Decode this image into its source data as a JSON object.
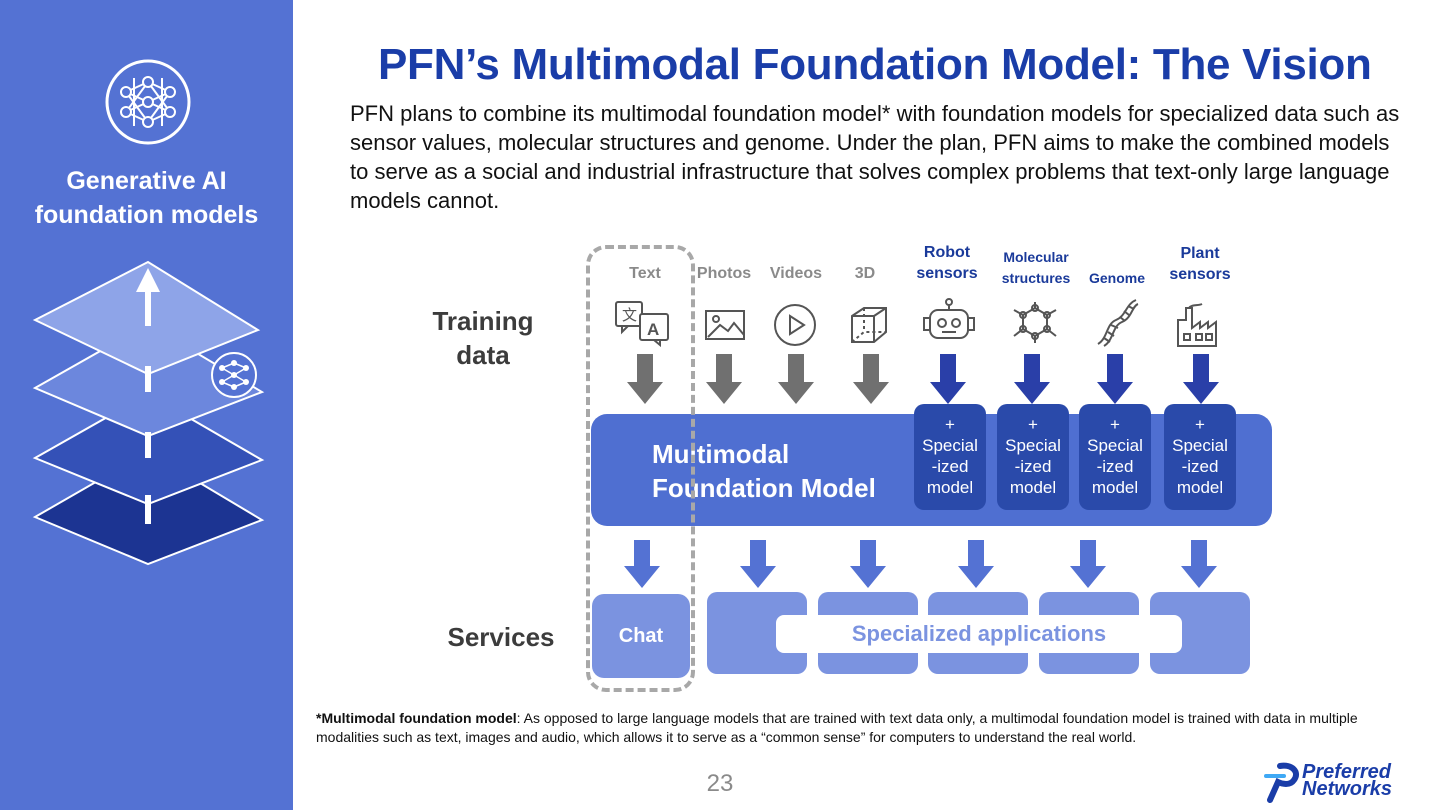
{
  "sidebar": {
    "title": "Generative AI\nfoundation models",
    "background": "#5472d3"
  },
  "title": "PFN’s Multimodal Foundation Model: The Vision",
  "description": "PFN plans to combine its multimodal foundation model* with foundation models for specialized data such as sensor values, molecular structures and genome. Under the plan, PFN aims to make the combined models to serve as a social and industrial infrastructure that solves complex problems that text-only large language models cannot.",
  "diagram": {
    "row_training": "Training\ndata",
    "row_services": "Services",
    "columns": [
      {
        "label": "Text",
        "icon": "translate-icon",
        "style": "grey"
      },
      {
        "label": "Photos",
        "icon": "photo-icon",
        "style": "grey"
      },
      {
        "label": "Videos",
        "icon": "play-icon",
        "style": "grey"
      },
      {
        "label": "3D",
        "icon": "cube-icon",
        "style": "grey"
      },
      {
        "label": "Robot\nsensors",
        "icon": "robot-icon",
        "style": "blue"
      },
      {
        "label": "Molecular\nstructures",
        "icon": "molecule-icon",
        "style": "blue"
      },
      {
        "label": "Genome",
        "icon": "dna-icon",
        "style": "blue"
      },
      {
        "label": "Plant\nsensors",
        "icon": "factory-icon",
        "style": "blue"
      }
    ],
    "model_label": "Multimodal\nFoundation Model",
    "specialized_model": "+\nSpecial\n-ized\nmodel",
    "chat": "Chat",
    "specialized_applications": "Specialized applications",
    "colors": {
      "model": "#4f6fd1",
      "specialized": "#2a4aaa",
      "service": "#7b93e0",
      "grey_arrow": "#707070",
      "blue_arrow": "#2a3fa8"
    }
  },
  "footnote": {
    "term": "*Multimodal foundation model",
    "text": ": As opposed to large language models that are trained with text data only, a multimodal foundation model is trained with data in multiple modalities such as text, images and audio, which allows it to serve as a “common sense” for computers to understand the real world."
  },
  "page_number": "23",
  "logo": {
    "text": "Preferred\nNetworks"
  }
}
